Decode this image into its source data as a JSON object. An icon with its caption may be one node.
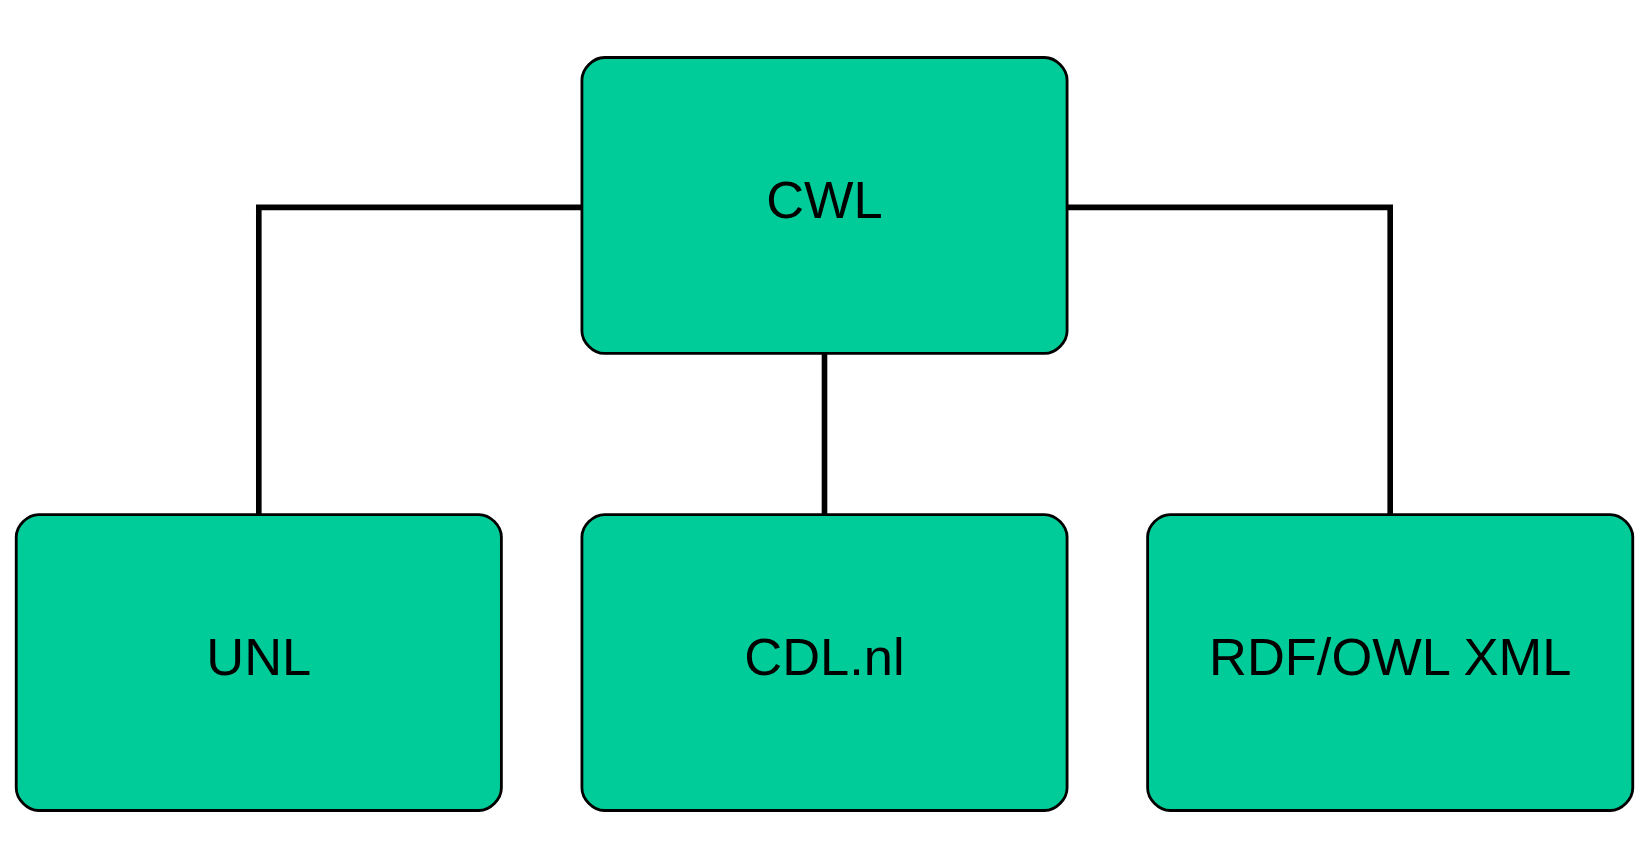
{
  "diagram": {
    "nodes": [
      {
        "text": [
          "CWL"
        ]
      },
      {
        "text": [
          "UNL"
        ]
      },
      {
        "text": [
          "CDL.nl"
        ]
      },
      {
        "text": [
          "RDF/OWL XML"
        ]
      }
    ],
    "edges": [
      {
        "from": 0,
        "to": 1,
        "arrow": "none"
      },
      {
        "from": 0,
        "to": 2,
        "arrow": "none"
      },
      {
        "from": 0,
        "to": 3,
        "arrow": "none"
      }
    ]
  }
}
